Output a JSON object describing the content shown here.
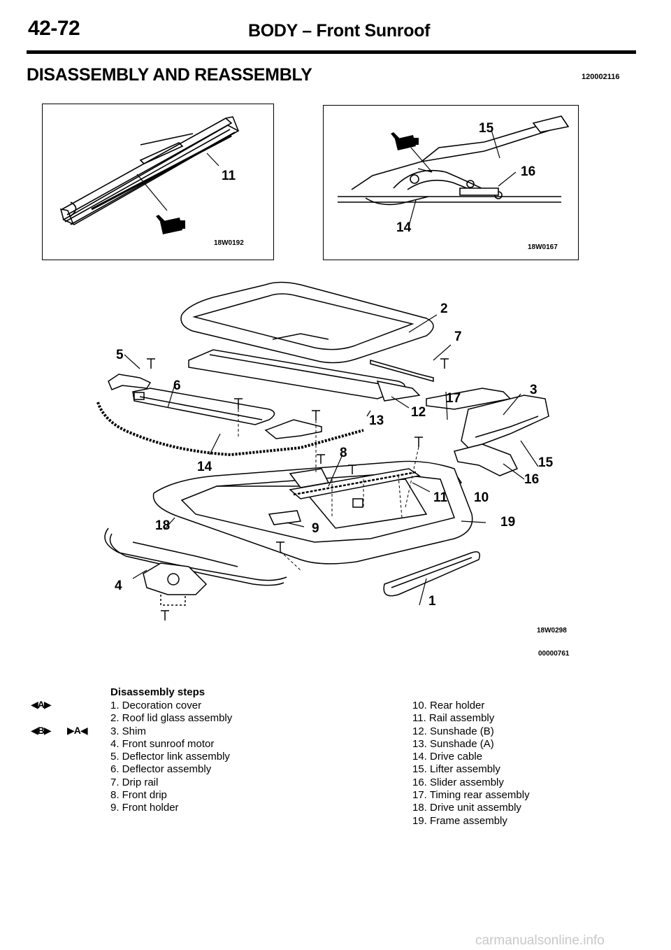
{
  "header": {
    "page_number": "42-72",
    "title": "BODY – Front Sunroof"
  },
  "section": {
    "title": "DISASSEMBLY AND REASSEMBLY",
    "code": "120002116"
  },
  "figures": {
    "fig1": {
      "code": "18W0192",
      "callouts": [
        "11"
      ]
    },
    "fig2": {
      "code": "18W0167",
      "callouts": [
        "15",
        "16",
        "14"
      ]
    },
    "fig3": {
      "code": "18W0298",
      "ref_code": "00000761",
      "callouts": [
        "2",
        "7",
        "5",
        "6",
        "3",
        "17",
        "12",
        "13",
        "8",
        "14",
        "15",
        "16",
        "11",
        "10",
        "18",
        "9",
        "19",
        "4",
        "1"
      ]
    }
  },
  "steps": {
    "title": "Disassembly steps",
    "markers": [
      "◀A▶",
      "◀B▶",
      "▶A◀"
    ],
    "left": [
      "1. Decoration cover",
      "2. Roof lid glass assembly",
      "3. Shim",
      "4. Front sunroof motor",
      "5. Deflector link assembly",
      "6. Deflector assembly",
      "7. Drip rail",
      "8. Front drip",
      "9. Front holder"
    ],
    "right": [
      "10. Rear holder",
      "11. Rail assembly",
      "12. Sunshade (B)",
      "13. Sunshade (A)",
      "14. Drive cable",
      "15. Lifter assembly",
      "16. Slider assembly",
      "17. Timing rear assembly",
      "18. Drive unit assembly",
      "19. Frame assembly"
    ]
  },
  "watermark": "carmanualsonline.info"
}
